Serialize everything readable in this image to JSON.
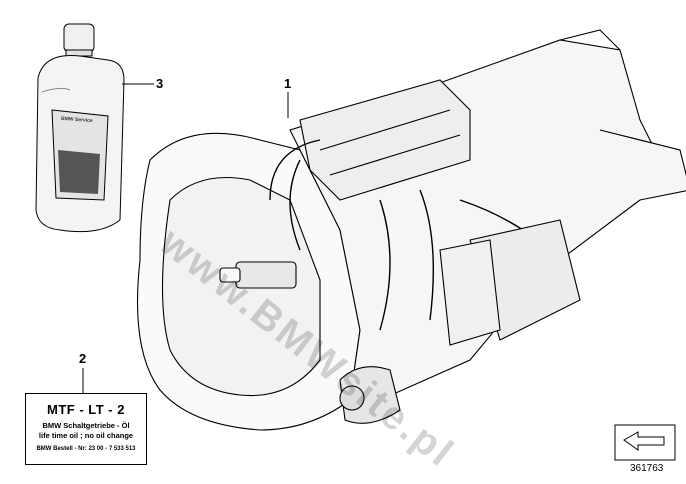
{
  "callouts": {
    "part1": "1",
    "part2": "2",
    "part3": "3"
  },
  "label_box": {
    "line1": "MTF - LT - 2",
    "line2": "BMW Schaltgetriebe - Öl",
    "line3": "life time oil ; no oil change",
    "line4": "BMW Bestell - Nr:  23 00 - 7 533 513"
  },
  "bottle": {
    "brand": "BMW Service"
  },
  "watermark": "www.BMWsite.pl",
  "diagram_id": "361763",
  "icons": [
    "oil-bottle-icon",
    "transmission-drawing",
    "view-direction-arrow-icon"
  ]
}
